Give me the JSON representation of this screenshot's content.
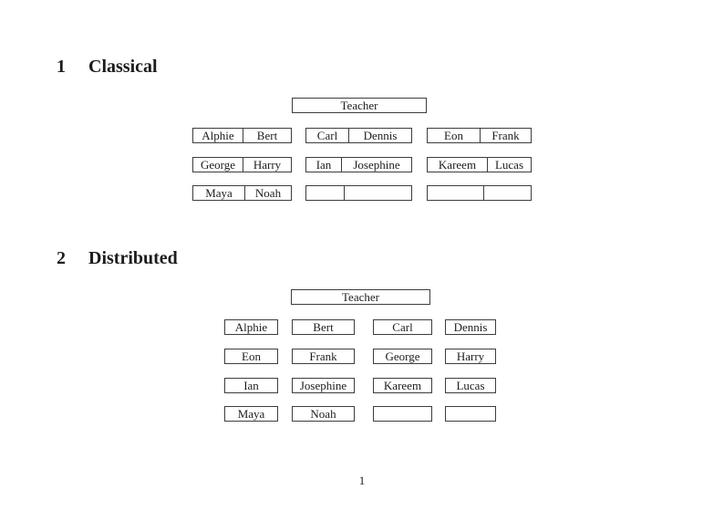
{
  "document": {
    "page_number": "1",
    "sections": [
      {
        "number": "1",
        "title": "Classical",
        "teacher": "Teacher",
        "desks": [
          {
            "cells": [
              "Alphie",
              "Bert"
            ]
          },
          {
            "cells": [
              "Carl",
              "Dennis"
            ]
          },
          {
            "cells": [
              "Eon",
              "Frank"
            ]
          },
          {
            "cells": [
              "George",
              "Harry"
            ]
          },
          {
            "cells": [
              "Ian",
              "Josephine"
            ]
          },
          {
            "cells": [
              "Kareem",
              "Lucas"
            ]
          },
          {
            "cells": [
              "Maya",
              "Noah"
            ]
          },
          {
            "cells": [
              "",
              ""
            ]
          },
          {
            "cells": [
              "",
              ""
            ]
          }
        ]
      },
      {
        "number": "2",
        "title": "Distributed",
        "teacher": "Teacher",
        "desks": [
          {
            "cells": [
              "Alphie"
            ]
          },
          {
            "cells": [
              "Bert"
            ]
          },
          {
            "cells": [
              "Carl"
            ]
          },
          {
            "cells": [
              "Dennis"
            ]
          },
          {
            "cells": [
              "Eon"
            ]
          },
          {
            "cells": [
              "Frank"
            ]
          },
          {
            "cells": [
              "George"
            ]
          },
          {
            "cells": [
              "Harry"
            ]
          },
          {
            "cells": [
              "Ian"
            ]
          },
          {
            "cells": [
              "Josephine"
            ]
          },
          {
            "cells": [
              "Kareem"
            ]
          },
          {
            "cells": [
              "Lucas"
            ]
          },
          {
            "cells": [
              "Maya"
            ]
          },
          {
            "cells": [
              "Noah"
            ]
          },
          {
            "cells": [
              ""
            ]
          },
          {
            "cells": [
              ""
            ]
          }
        ]
      }
    ]
  }
}
